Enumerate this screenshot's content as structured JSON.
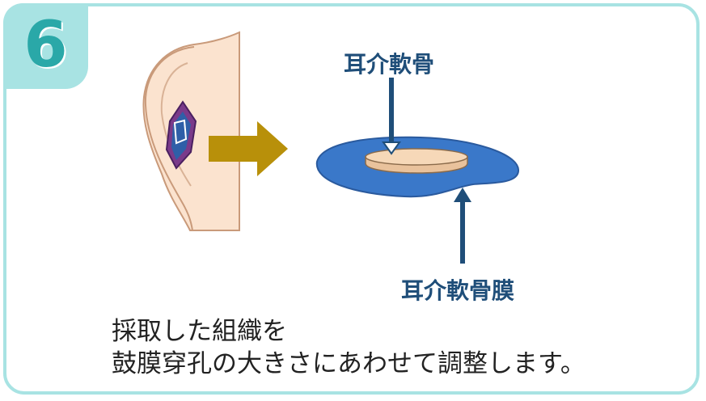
{
  "step": {
    "number": "6"
  },
  "labels": {
    "cartilage": "耳介軟骨",
    "perichondrium": "耳介軟骨膜"
  },
  "caption": {
    "line1": "採取した組織を",
    "line2": "鼓膜穿孔の大きさにあわせて調整します。"
  },
  "colors": {
    "frame": "#a8e3e3",
    "step_number": "#2aa8a8",
    "label_text": "#1f4e79",
    "arrow_gold": "#b8900a",
    "perichondrium_blue": "#3a78c9",
    "cartilage_beige": "#f6d8b8",
    "skin": "#fbe3cf"
  },
  "icons": [
    "ear-illustration",
    "transfer-arrow",
    "pointer-arrow-down",
    "pointer-arrow-up"
  ]
}
